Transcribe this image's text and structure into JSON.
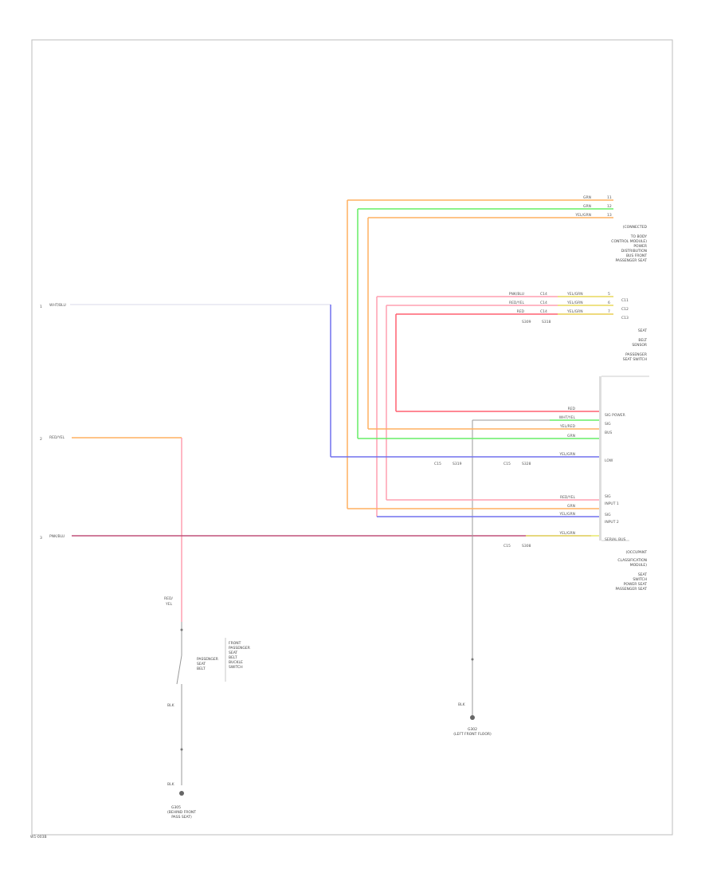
{
  "page": {
    "footer_code": "W1-003B"
  },
  "colors": {
    "frame": "#bdbdbd",
    "orange": "#ffb060",
    "green": "#66ee66",
    "yellow": "#e8e86a",
    "pink": "#ff9fb0",
    "red": "#ff6070",
    "blue": "#7070ee",
    "darkred": "#c0507a",
    "gray": "#9a9a9a",
    "lightgray": "#d8d8e8"
  },
  "left_inputs": [
    {
      "pin": "1",
      "wire": "WHT/BLU"
    },
    {
      "pin": "2",
      "wire": "RED/YEL"
    },
    {
      "pin": "3",
      "wire": "PNK/BLU"
    }
  ],
  "top_connector": {
    "wires": [
      "GRN",
      "GRN",
      "YEL/GRN"
    ],
    "pins": [
      "11",
      "12",
      "13"
    ],
    "label_lines": [
      "(CONNECTED",
      "TO BODY",
      "CONTROL MODULE)",
      "POWER",
      "DISTRIBUTION",
      "BUS FRONT",
      "PASSENGER SEAT"
    ]
  },
  "mid_connector": {
    "left_wires": [
      "PNK/BLU",
      "RED/YEL",
      "RED"
    ],
    "codes": [
      "C14",
      "C14",
      "C14"
    ],
    "right_wires": [
      "YEL/GRN",
      "YEL/GRN",
      "YEL/GRN"
    ],
    "pins": [
      "5",
      "6",
      "7"
    ],
    "splice_labels": [
      "S309",
      "S318"
    ],
    "side_pins": [
      "C11",
      "C12",
      "C13"
    ],
    "label_lines": [
      "SEAT",
      "BELT",
      "SENSOR",
      "PASSENGER",
      "SEAT SWITCH"
    ]
  },
  "module": {
    "wires": [
      "RED",
      "WHT/YEL",
      "YEL/RED",
      "GRN",
      "YEL/GRN",
      "RED/YEL",
      "GRN",
      "YEL/GRN",
      "YEL/GRN"
    ],
    "pin_labels": [
      "SIG POWER",
      "SIG",
      "BUS",
      "LOW",
      "SIG",
      "INPUT 1",
      "SIG",
      "INPUT 2",
      "SERIAL BUS"
    ],
    "splice_codes": [
      "C15",
      "S319",
      "C15",
      "S328",
      "C15",
      "S308"
    ],
    "label_lines": [
      "(OCCUPANT",
      "CLASSIFICATION",
      "MODULE)",
      "SEAT",
      "SWITCH",
      "POWER SEAT",
      "PASSENGER SEAT"
    ]
  },
  "seat_switch": {
    "top_wire_lines": [
      "RED/",
      "YEL"
    ],
    "label_lines": [
      "FRONT",
      "PASSENGER",
      "SEAT",
      "BELT",
      "BUCKLE",
      "SWITCH"
    ],
    "side_label_lines": [
      "PASSENGER",
      "SEAT",
      "BELT"
    ],
    "bottom_wire": "BLK",
    "lower_wire": "BLK",
    "ground_label_lines": [
      "G305",
      "(BEHIND FRONT",
      "PASS SEAT)"
    ]
  },
  "ground_right": {
    "wire": "BLK",
    "label_lines": [
      "G302",
      "(LEFT FRONT FLOOR)"
    ]
  }
}
